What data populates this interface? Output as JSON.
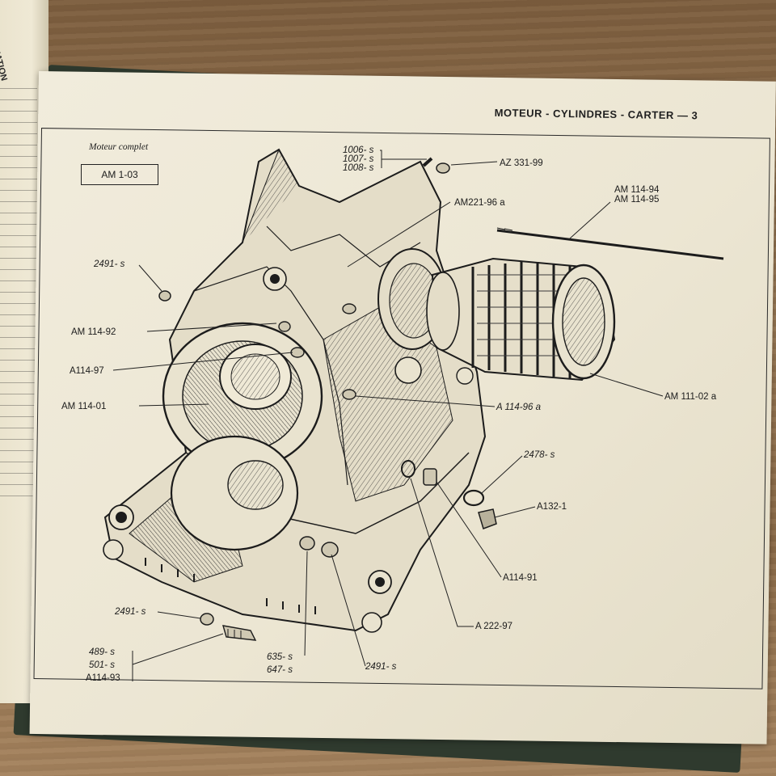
{
  "prev_page": {
    "header_fragment": "GNATION"
  },
  "page": {
    "header_title": "MOTEUR - CYLINDRES - CARTER — 3",
    "subtitle": "Moteur complet",
    "boxed_ref": "AM 1-03"
  },
  "callouts": [
    {
      "id": "c1006",
      "text": "1006- s"
    },
    {
      "id": "c1007",
      "text": "1007- s"
    },
    {
      "id": "c1008",
      "text": "1008- s"
    },
    {
      "id": "az331",
      "text": "AZ 331-99"
    },
    {
      "id": "am221",
      "text": "AM221-96 a"
    },
    {
      "id": "am11494",
      "text": "AM 114-94"
    },
    {
      "id": "am11495",
      "text": "AM 114-95"
    },
    {
      "id": "c2491a",
      "text": "2491- s"
    },
    {
      "id": "am11492",
      "text": "AM 114-92"
    },
    {
      "id": "a11497",
      "text": "A114-97"
    },
    {
      "id": "am11401",
      "text": "AM 114-01"
    },
    {
      "id": "a11496a",
      "text": "A 114-96 a"
    },
    {
      "id": "am11102a",
      "text": "AM 111-02 a"
    },
    {
      "id": "c2478",
      "text": "2478- s"
    },
    {
      "id": "a1321",
      "text": "A132-1"
    },
    {
      "id": "a11491",
      "text": "A114-91"
    },
    {
      "id": "a22297",
      "text": "A 222-97"
    },
    {
      "id": "c2491b",
      "text": "2491- s"
    },
    {
      "id": "c489",
      "text": "489- s"
    },
    {
      "id": "c501",
      "text": "501- s"
    },
    {
      "id": "a11493",
      "text": "A114-93"
    },
    {
      "id": "c635",
      "text": "635- s"
    },
    {
      "id": "c647",
      "text": "647- s"
    },
    {
      "id": "c2491c",
      "text": "2491- s"
    }
  ],
  "colors": {
    "paper": "#ece6d3",
    "ink": "#1c1c1c",
    "wood": "#8a6a48",
    "binding": "#2f3a2e"
  }
}
